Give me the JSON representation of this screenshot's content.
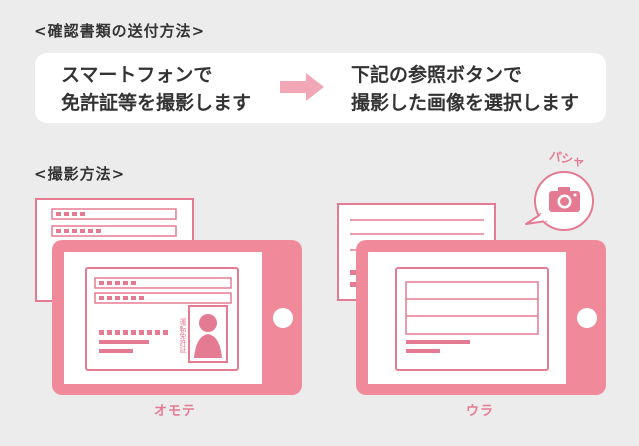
{
  "headings": {
    "method_send": "<確認書類の送付方法>",
    "method_shoot": "<撮影方法>"
  },
  "steps": {
    "step1_line1": "スマートフォンで",
    "step1_line2": "免許証等を撮影します",
    "step2_line1": "下記の参照ボタンで",
    "step2_line2": "撮影した画像を選択します"
  },
  "labels": {
    "front": "オモテ",
    "back": "ウラ",
    "shutter": "パシャ",
    "license_vertical": "運転免許証"
  },
  "colors": {
    "accent_pink": "#e57b92",
    "arrow_pink": "#f2a7b6",
    "background": "#ececec"
  },
  "icons": {
    "arrow": "arrow-right-icon",
    "camera": "camera-icon"
  }
}
